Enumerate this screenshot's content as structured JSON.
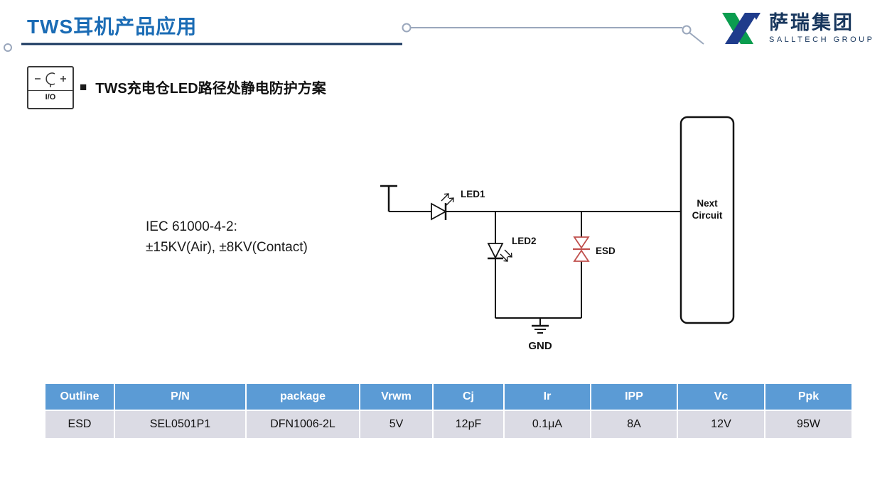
{
  "header": {
    "title": "TWS耳机产品应用",
    "logo_name": "萨瑞集团",
    "logo_subtitle": "SALLTECH GROUP"
  },
  "section": {
    "icon_label": "I/O",
    "bullet": "■",
    "title": "TWS充电仓LED路径处静电防护方案"
  },
  "diagram": {
    "standard_line1": "IEC 61000-4-2:",
    "standard_line2": "±15KV(Air), ±8KV(Contact)",
    "labels": {
      "led1": "LED1",
      "led2": "LED2",
      "esd": "ESD",
      "gnd": "GND",
      "next_line1": "Next",
      "next_line2": "Circuit"
    }
  },
  "colors": {
    "title_blue": "#1B6CB5",
    "navy": "#17365D",
    "esd_red": "#C0504D",
    "table_header_bg": "#5B9BD5",
    "table_row_bg": "#DBDBE4",
    "logo_green": "#0B9D4F",
    "logo_blue": "#1F3C8C"
  },
  "table": {
    "headers": [
      "Outline",
      "P/N",
      "package",
      "Vrwm",
      "Cj",
      "Ir",
      "IPP",
      "Vc",
      "Ppk"
    ],
    "rows": [
      [
        "ESD",
        "SEL0501P1",
        "DFN1006-2L",
        "5V",
        "12pF",
        "0.1μA",
        "8A",
        "12V",
        "95W"
      ]
    ]
  }
}
